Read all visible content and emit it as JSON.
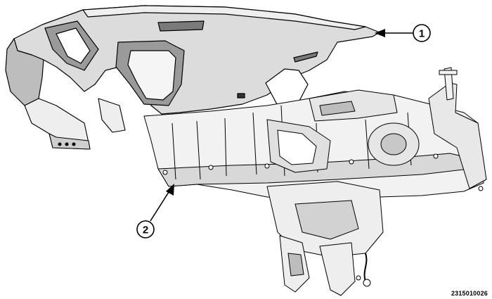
{
  "figure": {
    "code": "2315010026",
    "callouts": [
      {
        "id": "callout-1",
        "label": "1"
      },
      {
        "id": "callout-2",
        "label": "2"
      }
    ]
  },
  "colors": {
    "line": "#000000",
    "panel_fill": "#dcdcdc",
    "frame_fill": "#f2f2f2",
    "shadow_fill": "#9a9a9a",
    "background": "#ffffff"
  }
}
